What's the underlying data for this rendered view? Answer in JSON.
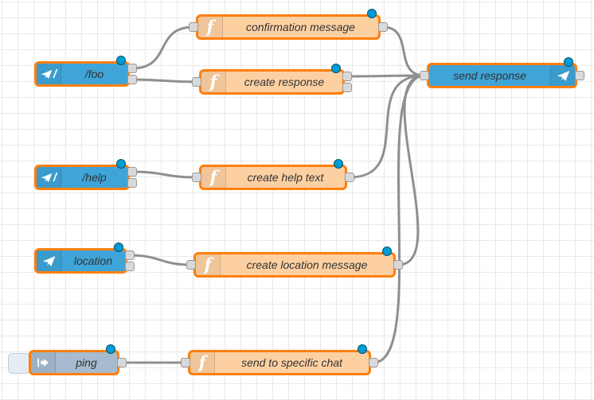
{
  "app": "node-red-flow-editor",
  "colors": {
    "selected_border": "#ff7f0e",
    "telegram_node": "#3fa4d8",
    "function_node": "#fdd0a2",
    "inject_node": "#a6bbcf",
    "wire": "#8f8f8f",
    "changed_dot": "#009bd7",
    "grid_line": "#e9e9e9",
    "port_fill": "#d9d9d9"
  },
  "nodes": [
    {
      "label": "confirmation message",
      "type": "function",
      "icon": "function-f-icon",
      "inputs": 1,
      "outputs": 1,
      "changed": true,
      "selected": true
    },
    {
      "label": "/foo",
      "type": "telegram-command",
      "icon": "telegram-plane-slash-icon",
      "inputs": 0,
      "outputs": 2,
      "changed": true,
      "selected": true
    },
    {
      "label": "create response",
      "type": "function",
      "icon": "function-f-icon",
      "inputs": 1,
      "outputs": 2,
      "changed": true,
      "selected": true
    },
    {
      "label": "send response",
      "type": "telegram-sender",
      "icon": "telegram-plane-icon",
      "inputs": 1,
      "outputs": 1,
      "changed": true,
      "selected": true
    },
    {
      "label": "/help",
      "type": "telegram-command",
      "icon": "telegram-plane-slash-icon",
      "inputs": 0,
      "outputs": 2,
      "changed": true,
      "selected": true
    },
    {
      "label": "create help text",
      "type": "function",
      "icon": "function-f-icon",
      "inputs": 1,
      "outputs": 1,
      "changed": true,
      "selected": true
    },
    {
      "label": "location",
      "type": "telegram-event",
      "icon": "telegram-plane-icon",
      "inputs": 0,
      "outputs": 2,
      "changed": true,
      "selected": true
    },
    {
      "label": "create location message",
      "type": "function",
      "icon": "function-f-icon",
      "inputs": 1,
      "outputs": 1,
      "changed": true,
      "selected": true
    },
    {
      "label": "ping",
      "type": "inject",
      "icon": "inject-arrow-icon",
      "inputs": 0,
      "outputs": 1,
      "changed": true,
      "selected": true
    },
    {
      "label": "send to specific chat",
      "type": "function",
      "icon": "function-f-icon",
      "inputs": 1,
      "outputs": 1,
      "changed": true,
      "selected": true
    }
  ],
  "connections": [
    {
      "from": "/foo",
      "from_output": 1,
      "to": "confirmation message"
    },
    {
      "from": "/foo",
      "from_output": 2,
      "to": "create response"
    },
    {
      "from": "confirmation message",
      "from_output": 1,
      "to": "send response"
    },
    {
      "from": "create response",
      "from_output": 1,
      "to": "send response"
    },
    {
      "from": "/help",
      "from_output": 1,
      "to": "create help text"
    },
    {
      "from": "create help text",
      "from_output": 1,
      "to": "send response"
    },
    {
      "from": "location",
      "from_output": 1,
      "to": "create location message"
    },
    {
      "from": "create location message",
      "from_output": 1,
      "to": "send response"
    },
    {
      "from": "ping",
      "from_output": 1,
      "to": "send to specific chat"
    },
    {
      "from": "send to specific chat",
      "from_output": 1,
      "to": "send response"
    }
  ]
}
